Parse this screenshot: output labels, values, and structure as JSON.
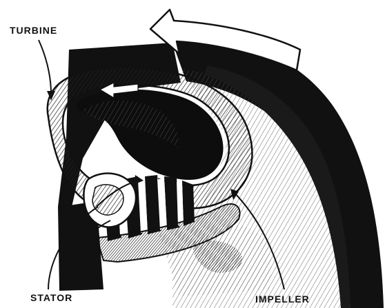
{
  "diagram": {
    "labels": {
      "turbine": "TURBINE",
      "stator": "STATOR",
      "impeller": "IMPELLER"
    },
    "colors": {
      "ink": "#111111",
      "paper": "#ffffff",
      "shade": "#8a8a8a"
    }
  }
}
